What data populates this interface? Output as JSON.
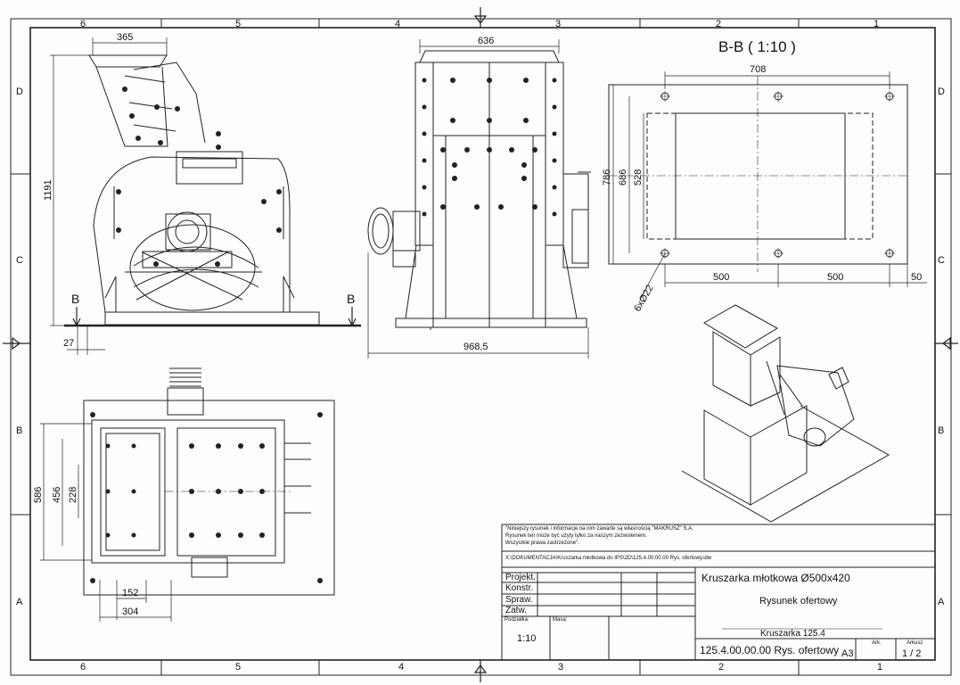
{
  "sheet": {
    "column_labels": [
      "6",
      "5",
      "4",
      "3",
      "2",
      "1"
    ],
    "row_labels": [
      "D",
      "C",
      "B",
      "A"
    ]
  },
  "dimensions": {
    "side_width": "365",
    "side_height": "1191",
    "side_offset": "27",
    "front_width": "636",
    "front_base": "968,5",
    "plan_586": "586",
    "plan_456": "456",
    "plan_228": "228",
    "plan_152": "152",
    "plan_304": "304",
    "bb_708": "708",
    "bb_786": "786",
    "bb_686": "686",
    "bb_528": "528",
    "bb_500a": "500",
    "bb_500b": "500",
    "bb_50": "50",
    "bb_holes": "6xØ22"
  },
  "section": {
    "title": "B-B ( 1:10 )",
    "cut_label_left": "B",
    "cut_label_right": "B"
  },
  "notice": {
    "line1": "\"Niniejszy rysunek i informacje na nim zawarte są własnością \"MAKRUSZ\" S.A.",
    "line2": "Rysunek ten może być użyty tylko za naszym zezwoleniem.",
    "line3": "Wszystkie prawa zastrzeżone\"."
  },
  "file_path": "X:\\DOKUMENTACJA\\Kruszarka młotkowa do IPS\\2D\\125.4.00.00.00 Rys. ofertowy.idw",
  "title_block": {
    "roles": [
      "Projekt.",
      "Konstr.",
      "Spraw.",
      "Zatw."
    ],
    "title": "Kruszarka młotkowa Ø500x420",
    "subtitle": "Rysunek ofertowy",
    "scale_label": "Podziałka:",
    "scale_value": "1:10",
    "mass_label": "Masa:",
    "part_name": "Kruszarka 125.4",
    "drawing_number": "125.4.00.00.00 Rys. ofertowy",
    "format": "A3",
    "sheet_label_a": "Ark.",
    "sheet_label_b": "Arkusz",
    "sheet_number": "1 / 2"
  }
}
